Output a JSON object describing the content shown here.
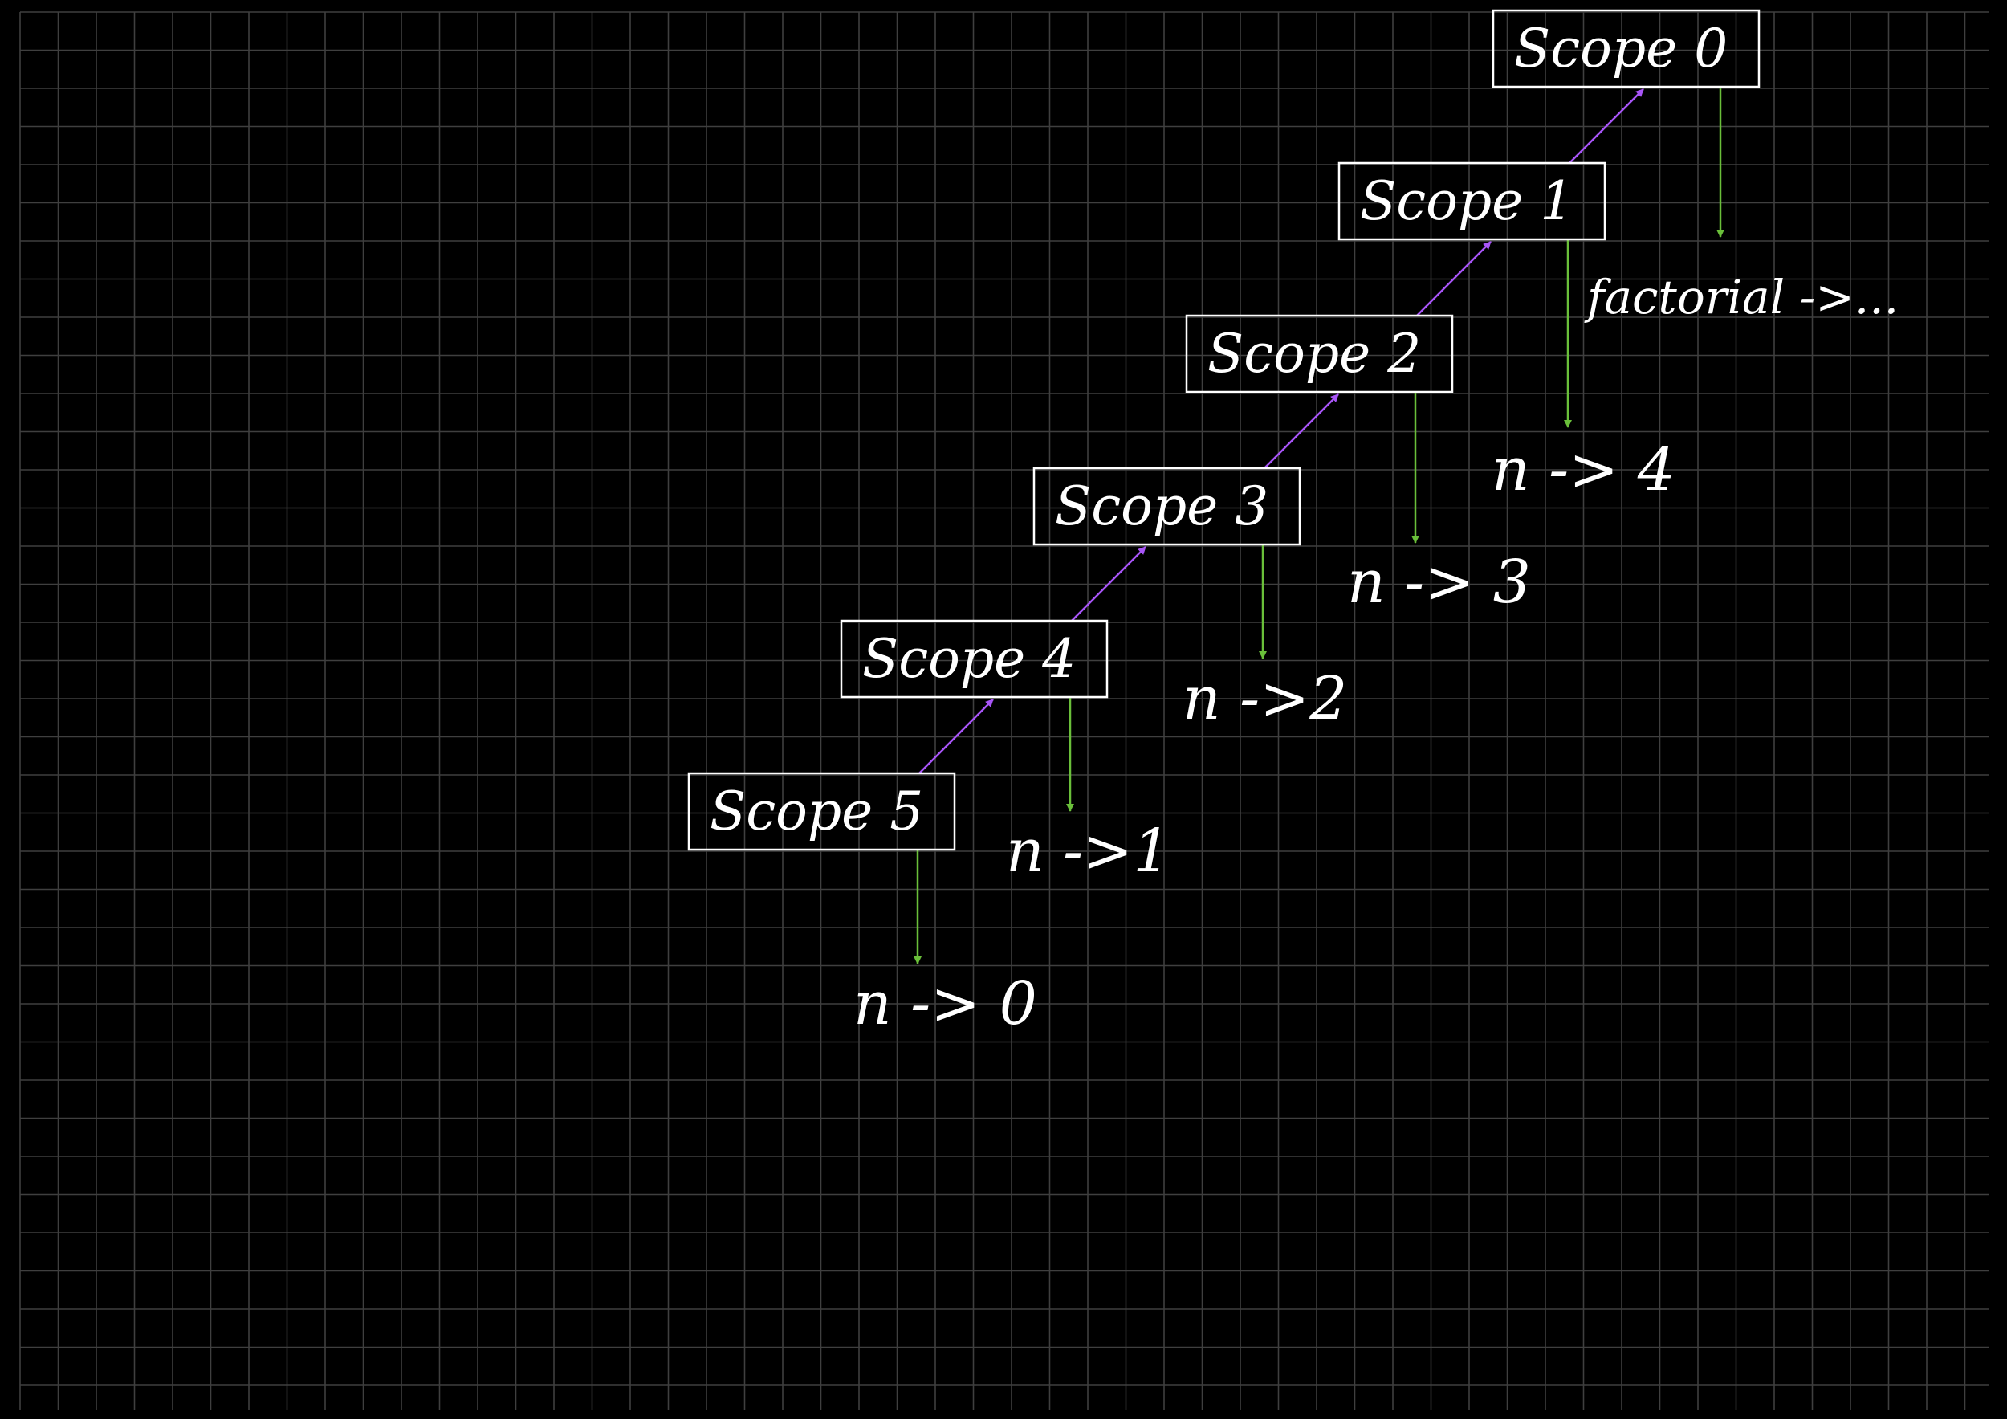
{
  "colors": {
    "background": "#000000",
    "grid": "#3f3f3f",
    "text": "#ffffff",
    "parent_arrow": "#a855f7",
    "binding_arrow": "#6abf3a"
  },
  "scopes": [
    {
      "label": "Scope 0"
    },
    {
      "label": "Scope 1"
    },
    {
      "label": "Scope 2"
    },
    {
      "label": "Scope 3"
    },
    {
      "label": "Scope 4"
    },
    {
      "label": "Scope 5"
    }
  ],
  "bindings": [
    {
      "scope": 0,
      "text": "factorial ->..."
    },
    {
      "scope": 1,
      "text": "n ->  4"
    },
    {
      "scope": 2,
      "text": "n -> 3"
    },
    {
      "scope": 3,
      "text": "n ->2"
    },
    {
      "scope": 4,
      "text": "n ->1"
    },
    {
      "scope": 5,
      "text": "n -> 0"
    }
  ],
  "parent_links": [
    {
      "from": 5,
      "to": 4
    },
    {
      "from": 4,
      "to": 3
    },
    {
      "from": 3,
      "to": 2
    },
    {
      "from": 2,
      "to": 1
    },
    {
      "from": 1,
      "to": 0
    }
  ]
}
